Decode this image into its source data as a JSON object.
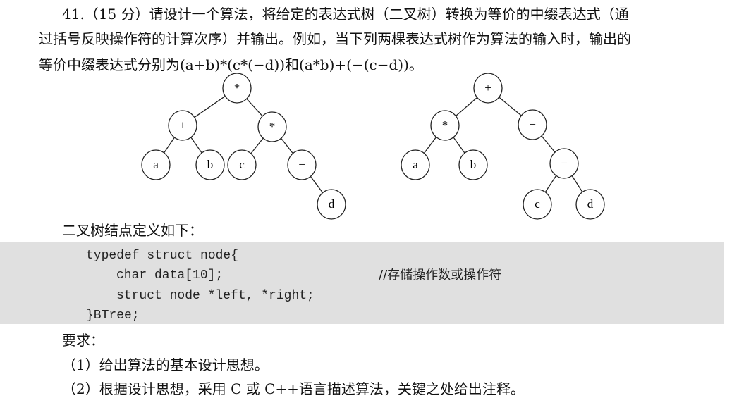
{
  "question": {
    "line1": "41.（15 分）请设计一个算法，将给定的表达式树（二叉树）转换为等价的中缀表达式（通",
    "line2": "过括号反映操作符的计算次序）并输出。例如，当下列两棵表达式树作为算法的输入时，输出的",
    "line3": "等价中缀表达式分别为(a+b)*(c*(−d))和(a*b)+(−(c−d))。"
  },
  "trees": [
    {
      "nodes": [
        "*",
        "+",
        "*",
        "a",
        "b",
        "c",
        "−",
        "d"
      ]
    },
    {
      "nodes": [
        "+",
        "*",
        "−",
        "a",
        "b",
        "−",
        "c",
        "d"
      ]
    }
  ],
  "node_def_label": "二叉树结点定义如下：",
  "code": {
    "line1": "typedef struct node{",
    "line2": "char data[10];",
    "line2_comment": "//存储操作数或操作符",
    "line3": "struct node *left, *right;",
    "line4": "}BTree;"
  },
  "requirements": {
    "label": "要求：",
    "item1": "（1）给出算法的基本设计思想。",
    "item2": "（2）根据设计思想，采用 C 或 C++语言描述算法，关键之处给出注释。"
  }
}
